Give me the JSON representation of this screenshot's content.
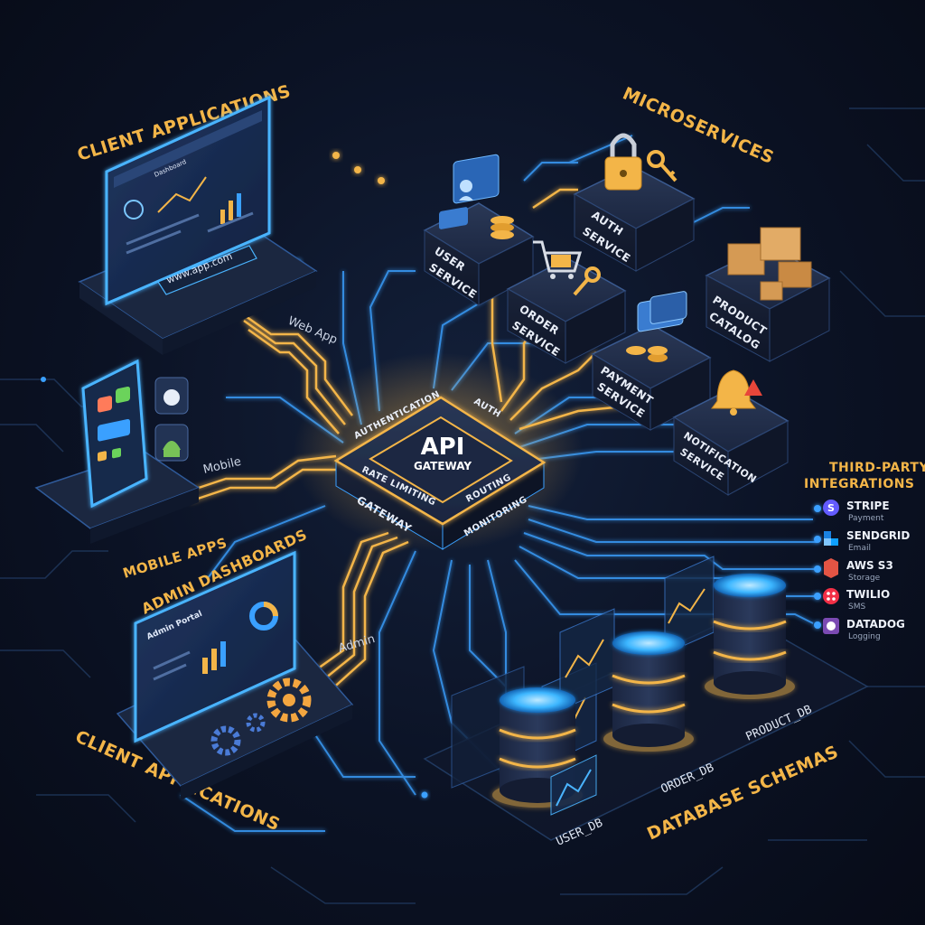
{
  "sections": {
    "client_applications_top": "CLIENT APPLICATIONS",
    "microservices": "MICROSERVICES",
    "mobile_apps": "MOBILE APPS",
    "admin_dashboards": "ADMIN DASHBOARDS",
    "client_applications_bottom": "CLIENT APPLICATIONS",
    "database_schemas": "DATABASE SCHEMAS",
    "third_party_line1": "THIRD-PARTY",
    "third_party_line2": "INTEGRATIONS"
  },
  "gateway": {
    "title": "API",
    "subtitle": "GATEWAY",
    "authentication": "AUTHENTICATION",
    "auth": "AUTH",
    "rate_limiting": "RATE LIMITING",
    "routing": "ROUTING",
    "gateway_side": "GATEWAY",
    "monitoring": "MONITORING"
  },
  "routes": {
    "web_app": "Web App",
    "mobile": "Mobile",
    "admin": "Admin"
  },
  "web_client": {
    "url": "www.app.com",
    "screen_header": "Dashboard"
  },
  "admin_client": {
    "portal_title": "Admin Portal"
  },
  "services": {
    "user_l1": "USER",
    "user_l2": "SERVICE",
    "auth_l1": "AUTH",
    "auth_l2": "SERVICE",
    "order_l1": "ORDER",
    "order_l2": "SERVICE",
    "product_l1": "PRODUCT",
    "product_l2": "CATALOG",
    "payment_l1": "PAYMENT",
    "payment_l2": "SERVICE",
    "notification_l1": "NOTIFICATION",
    "notification_l2": "SERVICE"
  },
  "databases": {
    "user_db": "USER_DB",
    "order_db": "ORDER_DB",
    "product_db": "PRODUCT_DB"
  },
  "third_party": [
    {
      "name": "STRIPE",
      "sub": "Payment",
      "color": "#635bff",
      "icon": "stripe-logo"
    },
    {
      "name": "SENDGRID",
      "sub": "Email",
      "color": "#1a82e2",
      "icon": "sendgrid-logo"
    },
    {
      "name": "AWS S3",
      "sub": "Storage",
      "color": "#e25444",
      "icon": "aws-s3-logo"
    },
    {
      "name": "TWILIO",
      "sub": "SMS",
      "color": "#f22f46",
      "icon": "twilio-logo"
    },
    {
      "name": "DATADOG",
      "sub": "Logging",
      "color": "#7b4ab3",
      "icon": "datadog-logo"
    }
  ],
  "colors": {
    "accent_gold": "#f3b548",
    "accent_blue": "#3aa0ff",
    "background": "#0b1224"
  }
}
